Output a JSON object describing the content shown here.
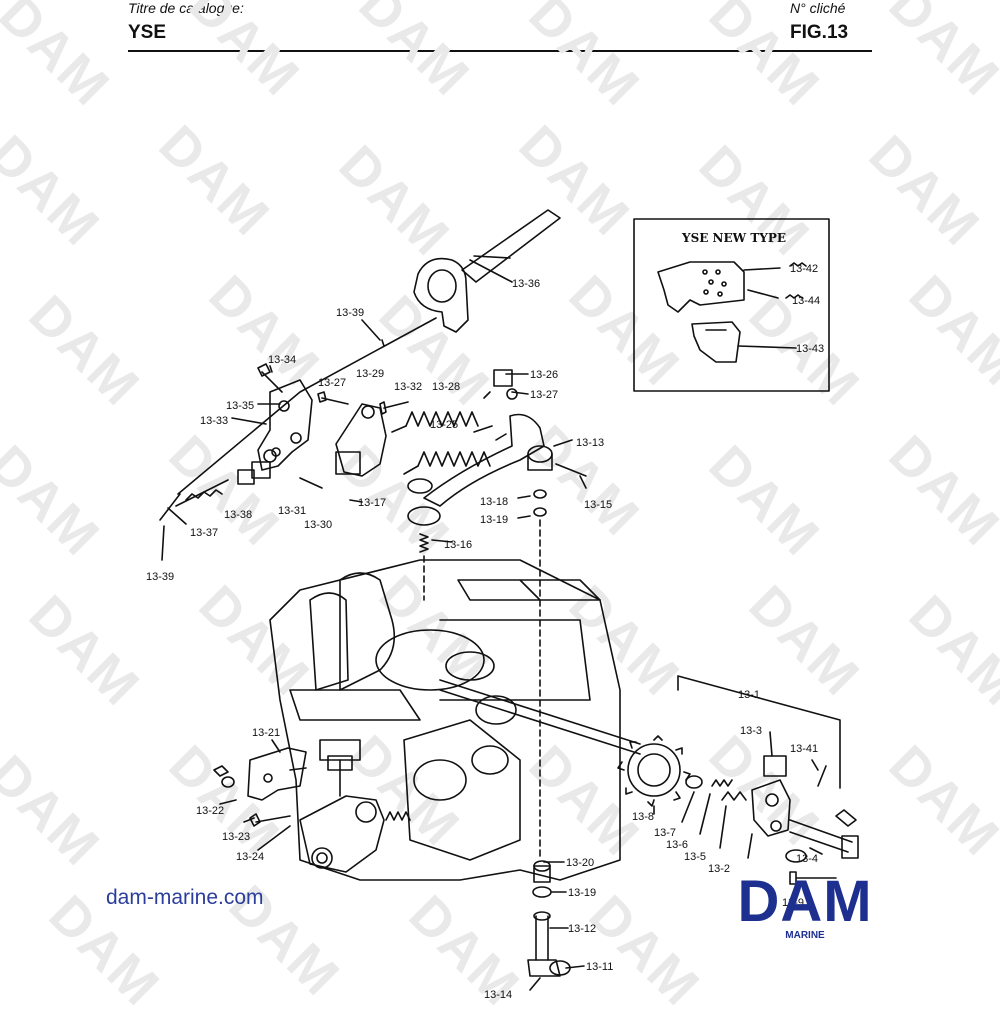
{
  "header": {
    "catalogue_label": "Titre de catalogue:",
    "catalogue_value": "YSE",
    "cliche_label": "N° cliché",
    "cliche_value": "FIG.13"
  },
  "watermark_text": "DAM",
  "inset": {
    "title": "YSE NEW TYPE",
    "labels": [
      "13-42",
      "13-44",
      "13-43"
    ]
  },
  "part_labels": [
    "13-36",
    "13-39",
    "13-34",
    "13-27",
    "13-29",
    "13-32",
    "13-28",
    "13-26",
    "13-27",
    "13-35",
    "13-33",
    "13-25",
    "13-13",
    "13-38",
    "13-31",
    "13-17",
    "13-30",
    "13-18",
    "13-15",
    "13-19",
    "13-37",
    "13-16",
    "13-39",
    "13-1",
    "13-3",
    "13-41",
    "13-21",
    "13-8",
    "13-7",
    "13-6",
    "13-5",
    "13-2",
    "13-4",
    "13-22",
    "13-23",
    "13-24",
    "13-20",
    "13-19",
    "13-9",
    "13-12",
    "13-11",
    "13-14"
  ],
  "footer": {
    "site_link": "dam-marine.com",
    "logo_text": "DAM",
    "logo_sub": "MARINE"
  },
  "colors": {
    "brand_blue": "#1d2f8f",
    "link_blue": "#2b3e9c",
    "ink": "#111111",
    "watermark": "#e9e9e9"
  }
}
